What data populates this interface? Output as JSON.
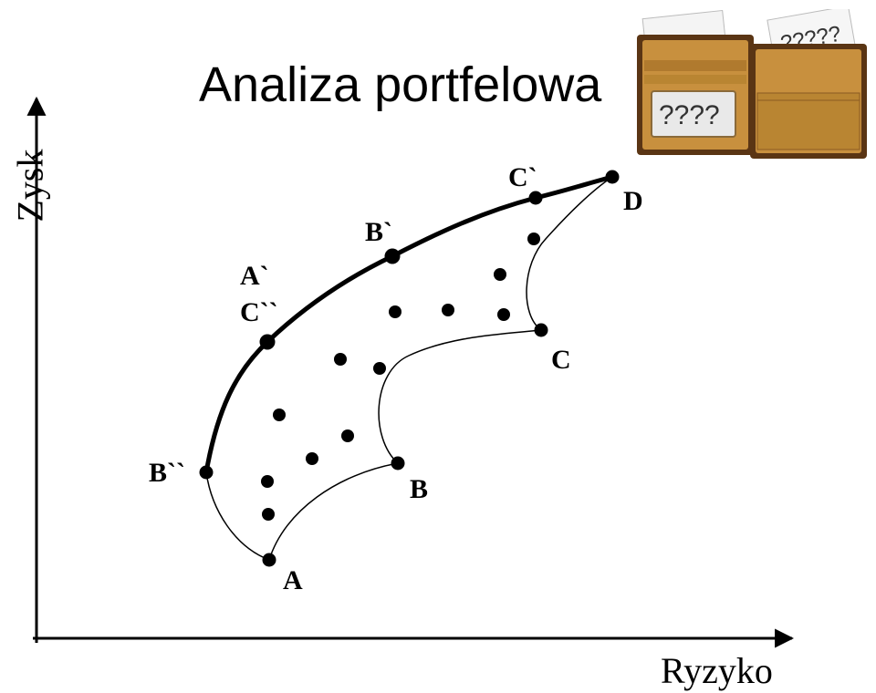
{
  "title": "Analiza portfelowa",
  "axes": {
    "y_label": "Zysk",
    "x_label": "Ryzyko"
  },
  "points": {
    "A": "A",
    "B": "B",
    "C": "C",
    "D": "D",
    "A_prime": "A`",
    "B_prime": "B`",
    "C_prime": "C`",
    "C_double_prime": "C``",
    "B_double_prime": "B``"
  },
  "wallet": {
    "card_text": "????",
    "note_text": "?????"
  },
  "colors": {
    "ink": "#000000",
    "wallet_leather": "#c8903e",
    "wallet_dark": "#5a3514"
  }
}
